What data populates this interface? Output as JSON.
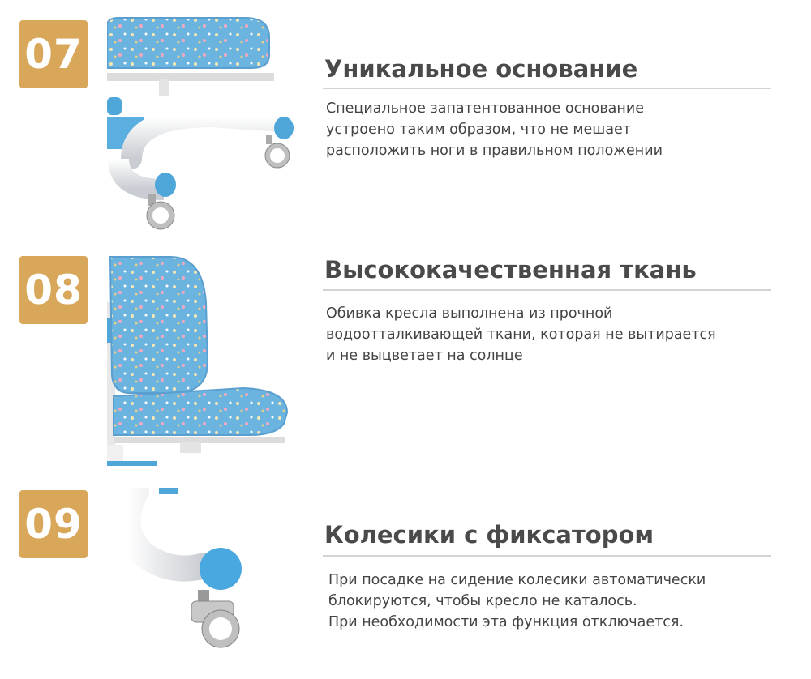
{
  "accent_color": "#d9a75a",
  "features": [
    {
      "number": "07",
      "title": "Уникальное основание",
      "lines": [
        "Специальное запатентованное основание",
        "устроено таким образом, что не мешает",
        "расположить ноги в правильном положении"
      ]
    },
    {
      "number": "08",
      "title": "Высококачественная ткань",
      "lines": [
        "Обивка кресла выполнена из прочной",
        "водоотталкивающей ткани, которая не вытирается",
        "и не выцветает на солнце"
      ]
    },
    {
      "number": "09",
      "title": "Колесики с фиксатором",
      "lines": [
        "При посадке на сидение колесики автоматически",
        "блокируются, чтобы кресло не каталось.",
        "При необходимости эта функция отключается."
      ]
    }
  ]
}
